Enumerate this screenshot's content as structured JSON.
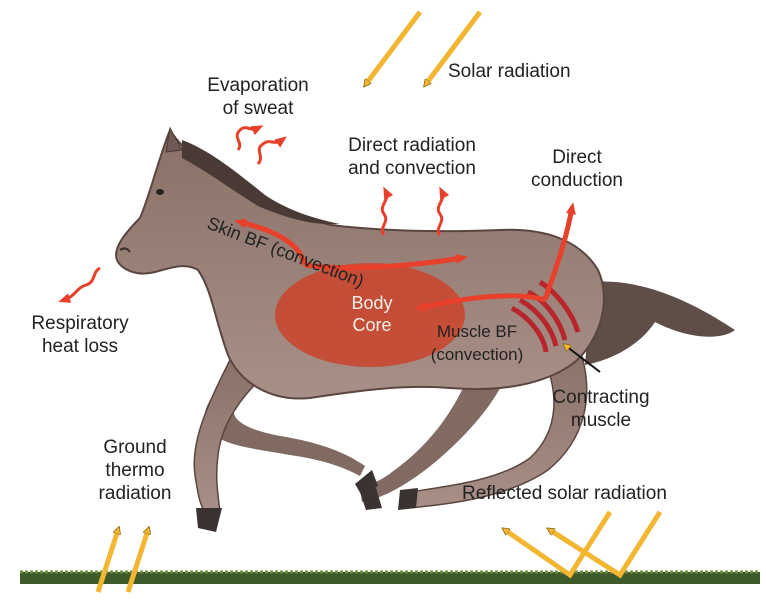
{
  "labels": {
    "solar_radiation": "Solar radiation",
    "evaporation": [
      "Evaporation",
      "of sweat"
    ],
    "direct_radiation": [
      "Direct radiation",
      "and convection"
    ],
    "direct_conduction": [
      "Direct",
      "conduction"
    ],
    "skin_bf": "Skin BF (convection)",
    "respiratory": [
      "Respiratory",
      "heat loss"
    ],
    "body_core": [
      "Body",
      "Core"
    ],
    "muscle_bf": [
      "Muscle BF",
      "(convection)"
    ],
    "contracting_muscle": [
      "Contracting",
      "muscle"
    ],
    "ground_thermo": [
      "Ground",
      "thermo",
      "radiation"
    ],
    "reflected_solar": "Reflected solar radiation"
  },
  "colors": {
    "solar_arrow": "#f2b632",
    "heat_arrow": "#e8402a",
    "core": "#c9452f",
    "horse_coat": "#9a847c",
    "ground": "#3f5a2a"
  }
}
